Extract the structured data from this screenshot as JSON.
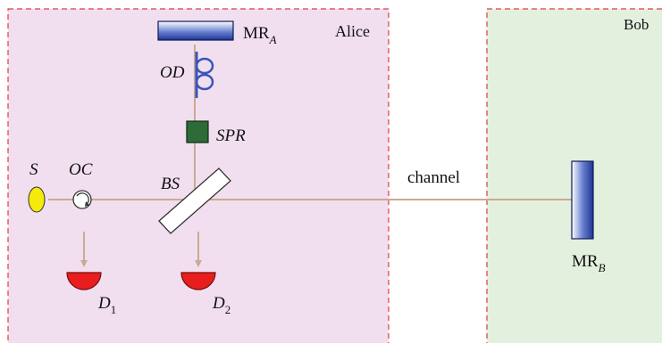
{
  "colors": {
    "alice_zone": "#F1DFF0",
    "bob_zone": "#E4F0DE",
    "zone_border": "#E23B3B",
    "beam": "#CBAA92",
    "mirror_blue": "#243FA6",
    "fiber_coil": "#3A55B8",
    "spr": "#2D6B37",
    "source": "#F6EA0B",
    "detector": "#E81E1E"
  },
  "zones": {
    "alice": {
      "label": "Alice"
    },
    "bob": {
      "label": "Bob"
    }
  },
  "labels": {
    "mr_a_main": "MR",
    "mr_a_sub": "A",
    "od": "OD",
    "spr": "SPR",
    "source": "S",
    "oc": "OC",
    "bs": "BS",
    "channel": "channel",
    "mr_b_main": "MR",
    "mr_b_sub": "B",
    "d1_main": "D",
    "d1_sub": "1",
    "d2_main": "D",
    "d2_sub": "2"
  },
  "icons": {
    "source": "source-ellipse-icon",
    "circulator": "optical-circulator-icon",
    "delay_line": "fiber-coil-icon",
    "beam_splitter": "beam-splitter-icon",
    "rotator": "square-block-icon",
    "mirror": "mirror-bar-icon",
    "detector": "half-disc-detector-icon"
  }
}
